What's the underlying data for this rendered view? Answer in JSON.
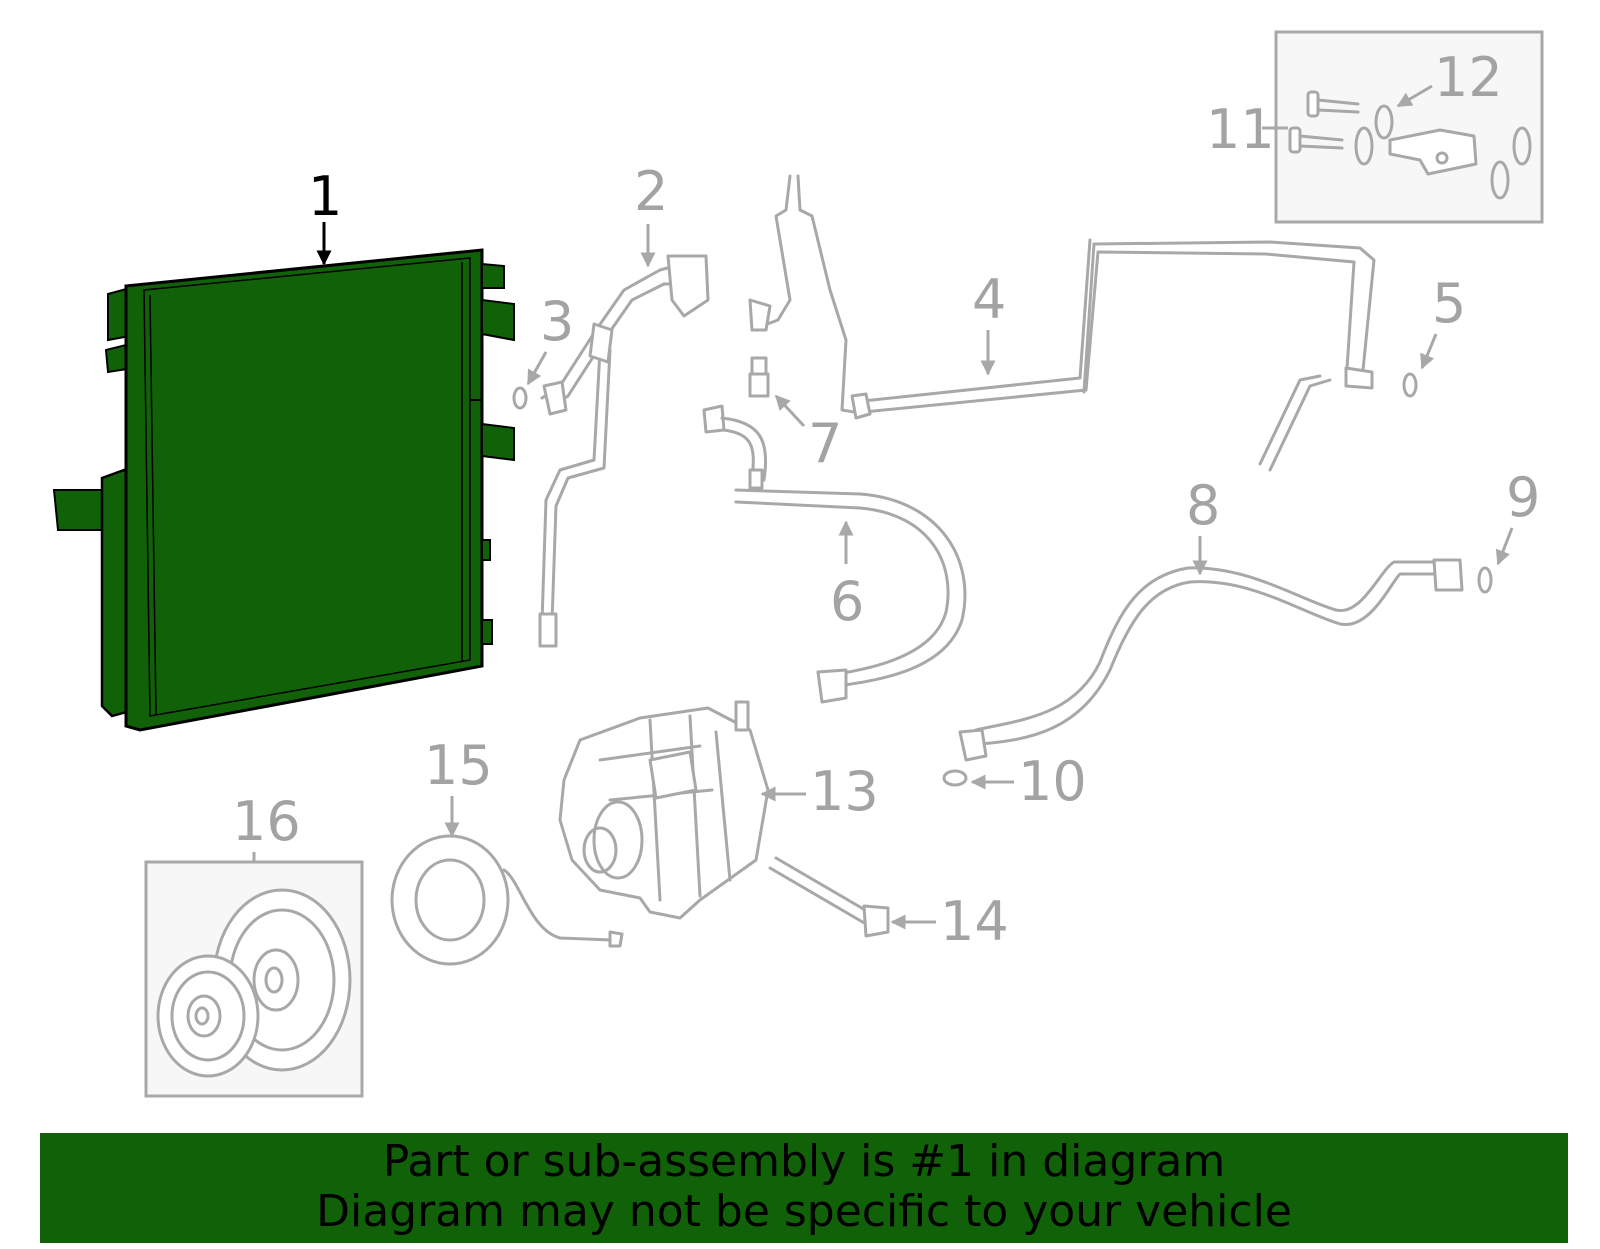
{
  "diagram": {
    "highlight_color": "#116108",
    "part_line_color": "#a8a8a8",
    "callouts": [
      {
        "id": "1",
        "label": "1",
        "highlighted": true
      },
      {
        "id": "2",
        "label": "2"
      },
      {
        "id": "3",
        "label": "3"
      },
      {
        "id": "4",
        "label": "4"
      },
      {
        "id": "5",
        "label": "5"
      },
      {
        "id": "6",
        "label": "6"
      },
      {
        "id": "7",
        "label": "7"
      },
      {
        "id": "8",
        "label": "8"
      },
      {
        "id": "9",
        "label": "9"
      },
      {
        "id": "10",
        "label": "10"
      },
      {
        "id": "11",
        "label": "11"
      },
      {
        "id": "12",
        "label": "12"
      },
      {
        "id": "13",
        "label": "13"
      },
      {
        "id": "14",
        "label": "14"
      },
      {
        "id": "15",
        "label": "15"
      },
      {
        "id": "16",
        "label": "16"
      }
    ]
  },
  "banner": {
    "line1": "Part or sub-assembly is #1 in diagram",
    "line2": "Diagram may not be specific to your vehicle",
    "background": "#116108"
  }
}
